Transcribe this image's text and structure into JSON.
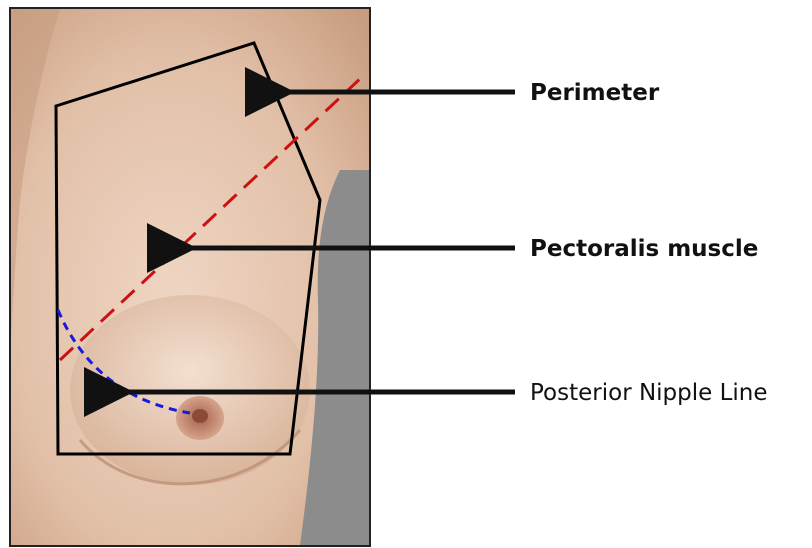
{
  "labels": {
    "perimeter": "Perimeter",
    "pectoralis": "Pectoralis muscle",
    "posterior_nipple_line": "Posterior Nipple Line"
  },
  "colors": {
    "perimeter_line": "#000000",
    "pectoralis_line": "#cc1111",
    "nipple_line": "#1a1adb",
    "arrow": "#111111",
    "skin": "#e2c2aa",
    "background_gray": "#8c8c8c"
  }
}
